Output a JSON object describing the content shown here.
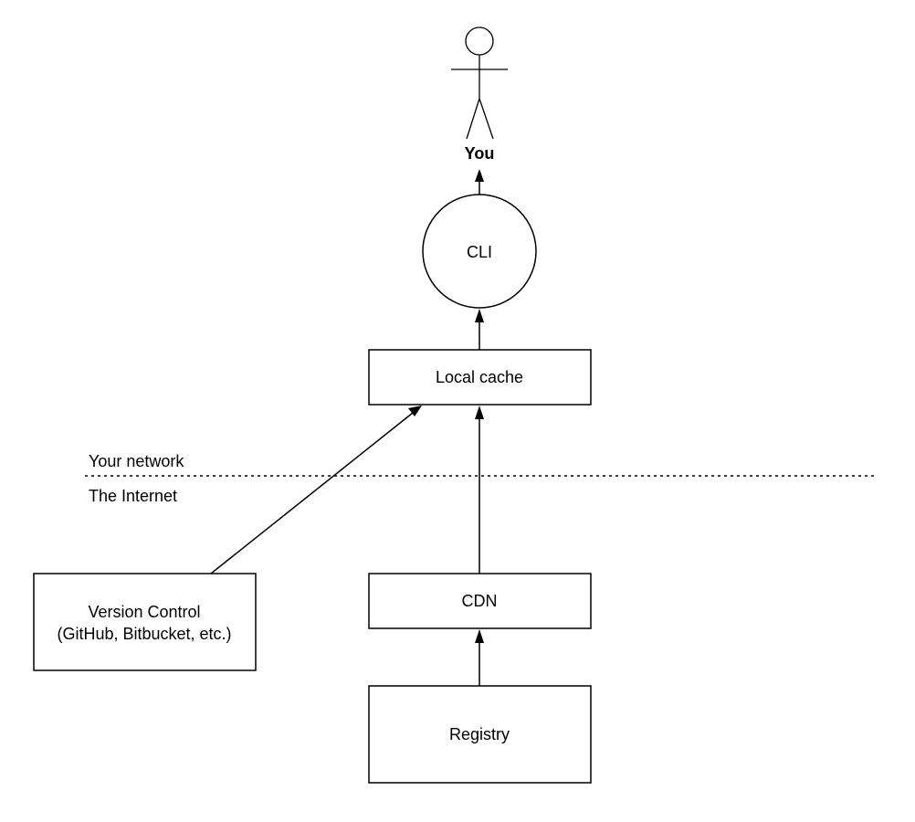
{
  "actor": {
    "label": "You"
  },
  "nodes": {
    "cli": "CLI",
    "local_cache": "Local cache",
    "cdn": "CDN",
    "registry": "Registry",
    "version_control": {
      "line1": "Version Control",
      "line2": "(GitHub, Bitbucket, etc.)"
    }
  },
  "boundary": {
    "upper_label": "Your network",
    "lower_label": "The Internet"
  },
  "edges": [
    {
      "from": "Registry",
      "to": "CDN"
    },
    {
      "from": "CDN",
      "to": "Local cache"
    },
    {
      "from": "Version Control",
      "to": "Local cache"
    },
    {
      "from": "Local cache",
      "to": "CLI"
    },
    {
      "from": "CLI",
      "to": "You"
    }
  ]
}
